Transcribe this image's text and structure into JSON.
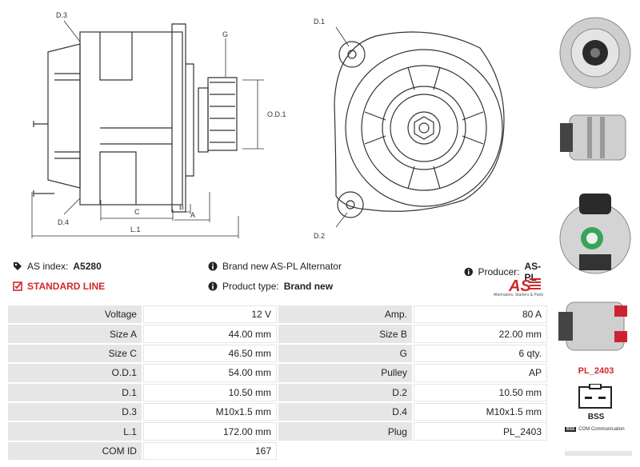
{
  "drawing": {
    "labels": {
      "d3": "D.3",
      "g": "G",
      "od1": "O.D.1",
      "d4": "D.4",
      "c": "C",
      "b": "B",
      "a": "A",
      "l1": "L.1",
      "d1": "D.1",
      "d2": "D.2"
    }
  },
  "info": {
    "as_index_label": "AS index:",
    "as_index_value": "A5280",
    "line_label": "STANDARD LINE",
    "description": "Brand new AS-PL Alternator",
    "product_type_label": "Product type:",
    "product_type_value": "Brand new",
    "producer_label": "Producer:",
    "producer_value": "AS-PL"
  },
  "logo": {
    "mark": "AS",
    "tagline": "Alternators, Starters & Parts"
  },
  "specs": [
    [
      "Voltage",
      "12 V",
      "Amp.",
      "80 A"
    ],
    [
      "Size A",
      "44.00 mm",
      "Size B",
      "22.00 mm"
    ],
    [
      "Size C",
      "46.50 mm",
      "G",
      "6 qty."
    ],
    [
      "O.D.1",
      "54.00 mm",
      "Pulley",
      "AP"
    ],
    [
      "D.1",
      "10.50 mm",
      "D.2",
      "10.50 mm"
    ],
    [
      "D.3",
      "M10x1.5 mm",
      "D.4",
      "M10x1.5 mm"
    ],
    [
      "L.1",
      "172.00 mm",
      "Plug",
      "PL_2403"
    ],
    [
      "COM ID",
      "167",
      "",
      ""
    ]
  ],
  "plug": {
    "code": "PL_2403",
    "name": "BSS"
  },
  "legend": {
    "code": "BSS",
    "text": "COM Communication"
  },
  "colors": {
    "accent": "#d0282c",
    "label_bg": "#e6e6e6",
    "line": "#333333"
  }
}
